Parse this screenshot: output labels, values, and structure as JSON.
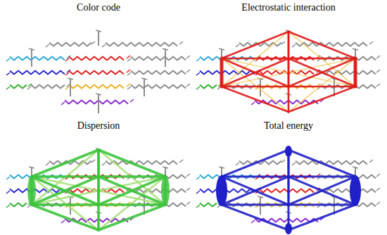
{
  "diagram": {
    "labels": [
      "Color code",
      "Electrostatic interaction",
      "Dispersion",
      "Total energy"
    ]
  }
}
